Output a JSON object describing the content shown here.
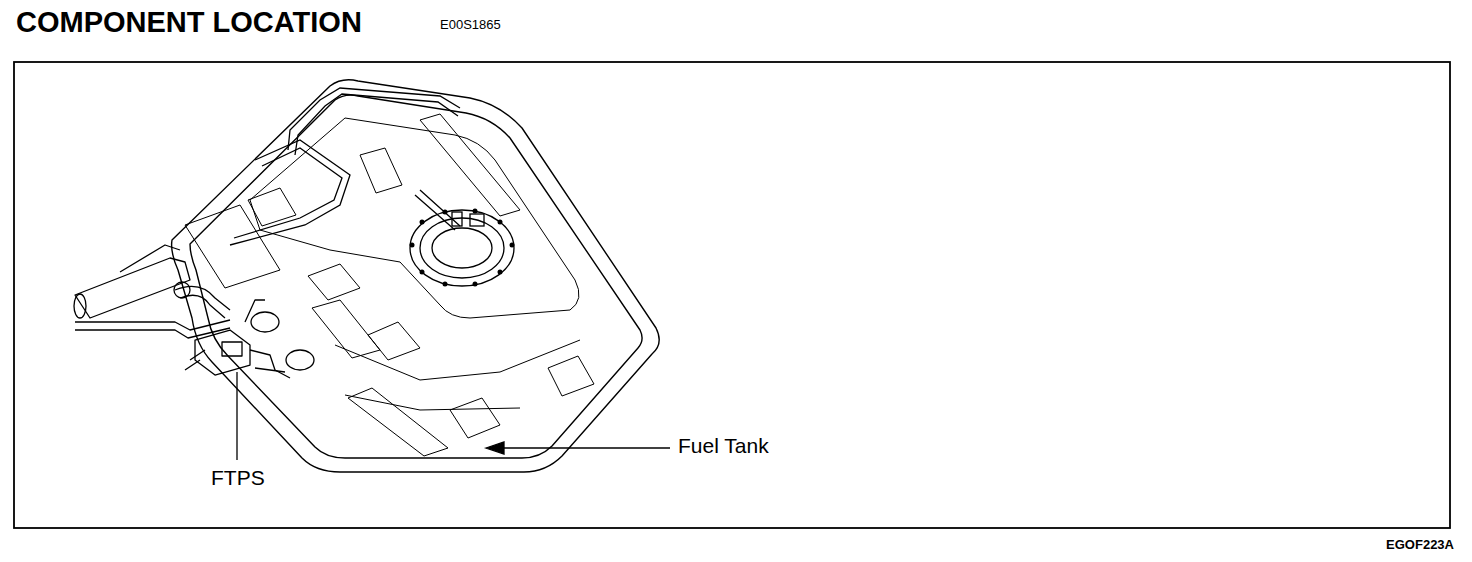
{
  "diagram": {
    "title": "COMPONENT LOCATION",
    "labels": [
      "E00S1865",
      "FTPS",
      "Fuel Tank",
      "EGOF223A"
    ]
  }
}
